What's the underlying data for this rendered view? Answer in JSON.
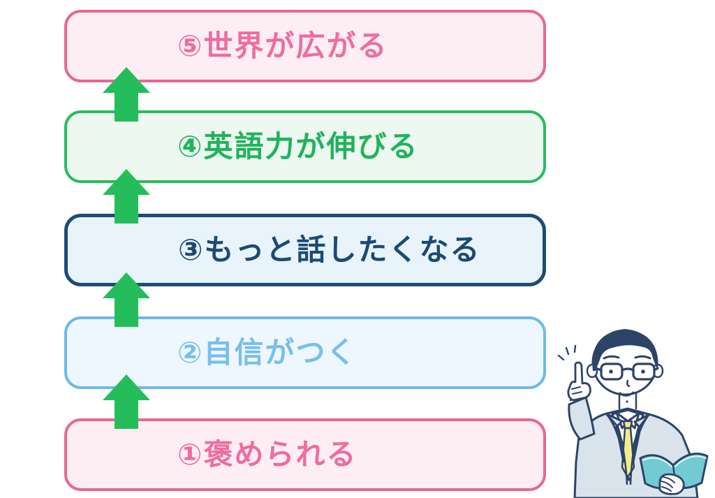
{
  "diagram": {
    "description": "Five-step benefits ladder diagram with upward arrows and a teacher illustration",
    "steps": [
      {
        "label": "⑤世界が広がる",
        "scheme": "pink"
      },
      {
        "label": "④英語力が伸びる",
        "scheme": "green"
      },
      {
        "label": "③もっと話したくなる",
        "scheme": "navy"
      },
      {
        "label": "②自信がつく",
        "scheme": "sky"
      },
      {
        "label": "①褒められる",
        "scheme": "pink"
      }
    ],
    "arrows": {
      "count": 4,
      "direction": "up"
    },
    "illustration": "teacher-pointing-with-open-book"
  },
  "palette": {
    "pink_border": "#e56992",
    "pink_bg": "#fdeef4",
    "pink_text": "#ee6d9e",
    "green_border": "#29bc60",
    "green_bg": "#edf8f1",
    "green_text": "#1fb35c",
    "navy_border": "#1c4c78",
    "navy_bg": "#e9f3fa",
    "navy_text": "#1b4a74",
    "sky_border": "#6fb9e8",
    "sky_bg": "#eef7fd",
    "sky_text": "#79bfea",
    "arrow_green": "#25bd5c",
    "ill_navy": "#2e4368",
    "ill_suit": "#d9e3ec",
    "ill_tie": "#f2ec8c",
    "ill_book": "#72cbd3",
    "ill_white": "#ffffff"
  }
}
